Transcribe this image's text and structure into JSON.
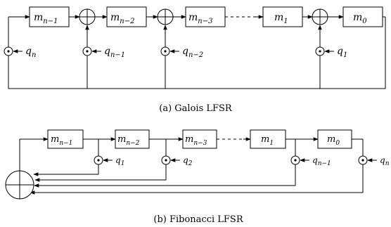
{
  "galois": {
    "caption": "(a) Galois LFSR",
    "registers": [
      {
        "base": "m",
        "sub": "n−1"
      },
      {
        "base": "m",
        "sub": "n−2"
      },
      {
        "base": "m",
        "sub": "n−3"
      },
      {
        "base": "m",
        "sub": "1"
      },
      {
        "base": "m",
        "sub": "0"
      }
    ],
    "taps": [
      {
        "base": "q",
        "sub": "n"
      },
      {
        "base": "q",
        "sub": "n−1"
      },
      {
        "base": "q",
        "sub": "n−2"
      },
      {
        "base": "q",
        "sub": "1"
      }
    ]
  },
  "fibonacci": {
    "caption": "(b) Fibonacci LFSR",
    "registers": [
      {
        "base": "m",
        "sub": "n−1"
      },
      {
        "base": "m",
        "sub": "n−2"
      },
      {
        "base": "m",
        "sub": "n−3"
      },
      {
        "base": "m",
        "sub": "1"
      },
      {
        "base": "m",
        "sub": "0"
      }
    ],
    "taps": [
      {
        "base": "q",
        "sub": "1"
      },
      {
        "base": "q",
        "sub": "2"
      },
      {
        "base": "q",
        "sub": "n−1"
      },
      {
        "base": "q",
        "sub": "n"
      }
    ]
  }
}
